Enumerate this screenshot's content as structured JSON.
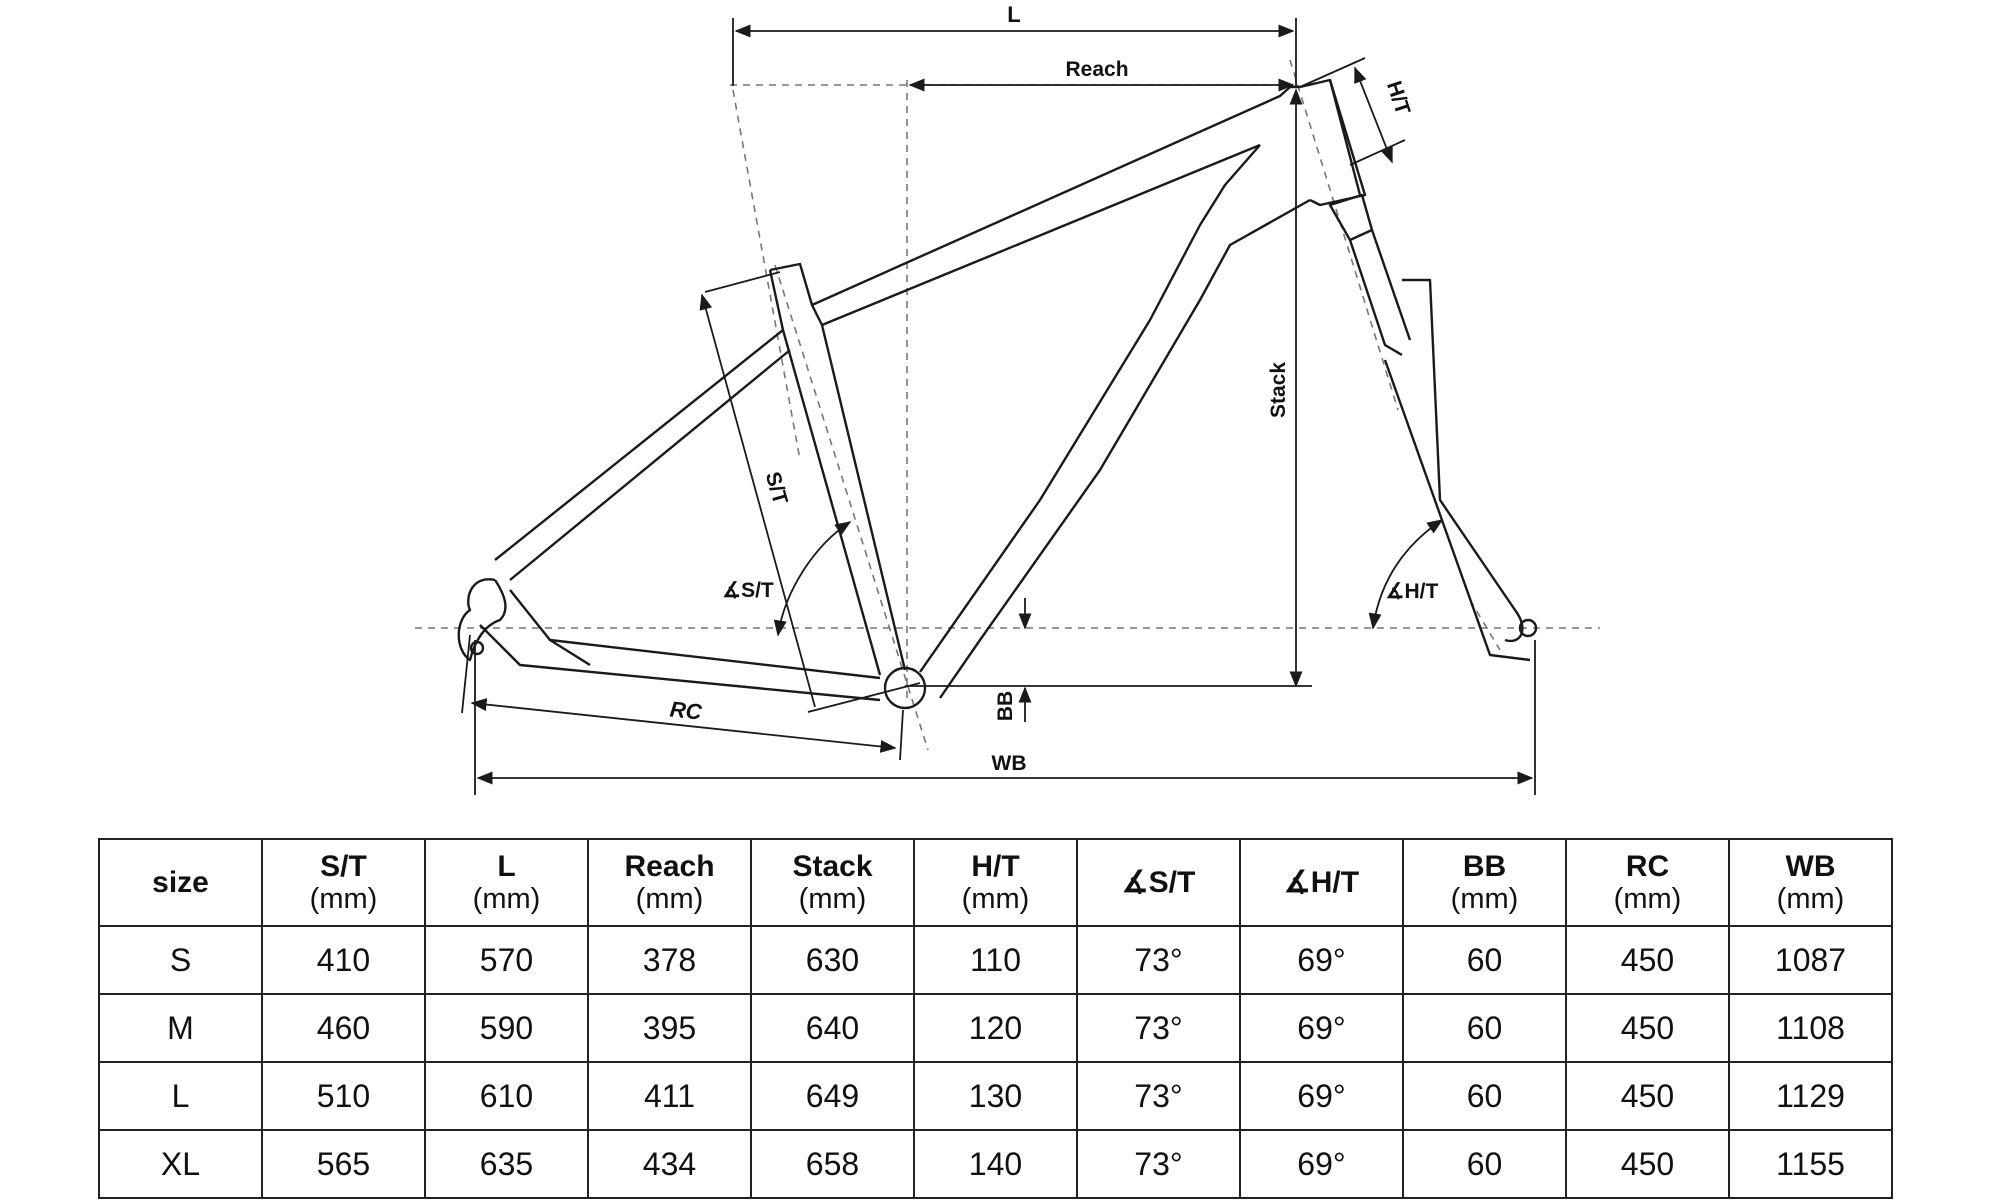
{
  "diagram": {
    "title": "Bike frame geometry diagram",
    "labels": {
      "L": "L",
      "reach": "Reach",
      "head_tube": "H/T",
      "stack": "Stack",
      "seat_tube": "S/T",
      "seat_tube_angle": "∡S/T",
      "head_tube_angle": "∡H/T",
      "bb": "BB",
      "rc": "RC",
      "wb": "WB"
    },
    "line_color": "#1a1a1a",
    "dash_color": "#777777"
  },
  "table": {
    "columns": [
      {
        "label": "size",
        "unit": ""
      },
      {
        "label": "S/T",
        "unit": "(mm)"
      },
      {
        "label": "L",
        "unit": "(mm)"
      },
      {
        "label": "Reach",
        "unit": "(mm)"
      },
      {
        "label": "Stack",
        "unit": "(mm)"
      },
      {
        "label": "H/T",
        "unit": "(mm)"
      },
      {
        "label": "∡S/T",
        "unit": ""
      },
      {
        "label": "∡H/T",
        "unit": ""
      },
      {
        "label": "BB",
        "unit": "(mm)"
      },
      {
        "label": "RC",
        "unit": "(mm)"
      },
      {
        "label": "WB",
        "unit": "(mm)"
      }
    ],
    "rows": [
      [
        "S",
        "410",
        "570",
        "378",
        "630",
        "110",
        "73°",
        "69°",
        "60",
        "450",
        "1087"
      ],
      [
        "M",
        "460",
        "590",
        "395",
        "640",
        "120",
        "73°",
        "69°",
        "60",
        "450",
        "1108"
      ],
      [
        "L",
        "510",
        "610",
        "411",
        "649",
        "130",
        "73°",
        "69°",
        "60",
        "450",
        "1129"
      ],
      [
        "XL",
        "565",
        "635",
        "434",
        "658",
        "140",
        "73°",
        "69°",
        "60",
        "450",
        "1155"
      ]
    ]
  }
}
